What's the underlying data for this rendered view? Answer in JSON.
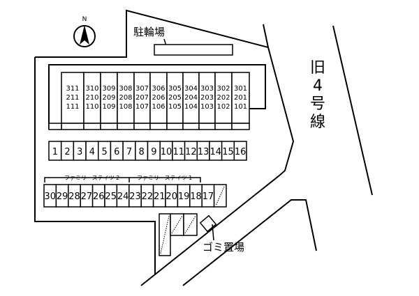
{
  "compass": {
    "label": "N"
  },
  "labels": {
    "bicycle_parking": "駐輪場",
    "road": [
      "旧",
      "4",
      "号",
      "線"
    ],
    "garbage": "ゴミ置場",
    "building2": "ファミリーステイツ 2",
    "building1": "ファミリーステイツ 1"
  },
  "units": [
    [
      "311",
      "211",
      "111"
    ],
    [
      "310",
      "210",
      "110"
    ],
    [
      "309",
      "209",
      "109"
    ],
    [
      "308",
      "208",
      "108"
    ],
    [
      "307",
      "207",
      "107"
    ],
    [
      "306",
      "206",
      "106"
    ],
    [
      "305",
      "205",
      "105"
    ],
    [
      "304",
      "204",
      "104"
    ],
    [
      "303",
      "203",
      "103"
    ],
    [
      "302",
      "202",
      "102"
    ],
    [
      "301",
      "201",
      "101"
    ]
  ],
  "parking_row1": [
    "1",
    "2",
    "3",
    "4",
    "5",
    "6",
    "7",
    "8",
    "9",
    "10",
    "11",
    "12",
    "13",
    "14",
    "15",
    "16"
  ],
  "parking_row2": [
    "30",
    "29",
    "28",
    "27",
    "26",
    "25",
    "24",
    "23",
    "22",
    "21",
    "20",
    "19",
    "18",
    "17"
  ]
}
